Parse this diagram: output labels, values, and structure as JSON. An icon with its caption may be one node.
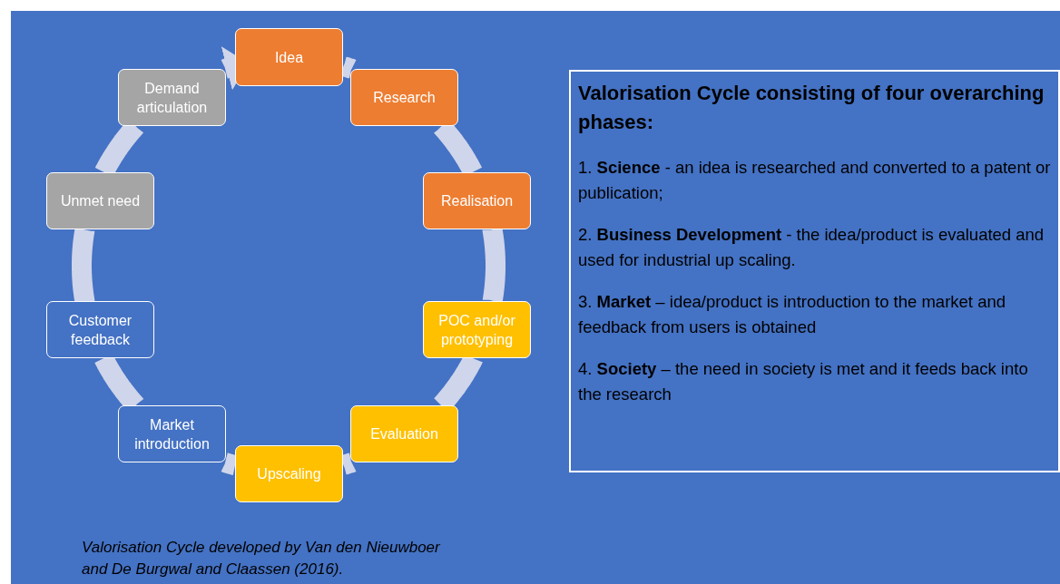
{
  "diagram": {
    "caption": "Valorisation Cycle developed by Van den Nieuwboer and De Burgwal and Claassen (2016).",
    "nodes": [
      {
        "text": [
          "Idea"
        ]
      },
      {
        "text": [
          "Research"
        ]
      },
      {
        "text": [
          "Realisation"
        ]
      },
      {
        "text": [
          "POC and/or prototyping"
        ]
      },
      {
        "text": [
          "Evaluation"
        ]
      },
      {
        "text": [
          "Upscaling"
        ]
      },
      {
        "text": [
          "Market introduction"
        ]
      },
      {
        "text": [
          "Customer feedback"
        ]
      },
      {
        "text": [
          "Unmet need"
        ]
      },
      {
        "text": [
          "Demand articulation"
        ]
      },
      {
        "text": [
          "Valorisation Cycle consisting of four overarching phases:",
          "1. **Science** - an idea is researched and converted to a patent or publication;",
          "2. **Business Development** - the idea/product is evaluated and used for industrial up scaling.",
          "3. **Market** – idea/product is introduction to the market and feedback from users is obtained",
          "4. **Society** – the need in society is met and it feeds back into the research"
        ]
      }
    ],
    "edges": [
      {
        "from": 0,
        "to": 1,
        "arrow": "none"
      },
      {
        "from": 1,
        "to": 2,
        "arrow": "none"
      },
      {
        "from": 2,
        "to": 3,
        "arrow": "none"
      },
      {
        "from": 3,
        "to": 4,
        "arrow": "none"
      },
      {
        "from": 4,
        "to": 5,
        "arrow": "none"
      },
      {
        "from": 5,
        "to": 6,
        "arrow": "none"
      },
      {
        "from": 6,
        "to": 7,
        "arrow": "none"
      },
      {
        "from": 7,
        "to": 8,
        "arrow": "none"
      },
      {
        "from": 8,
        "to": 9,
        "arrow": "none"
      },
      {
        "from": 9,
        "to": 0,
        "arrow": "to"
      }
    ]
  }
}
